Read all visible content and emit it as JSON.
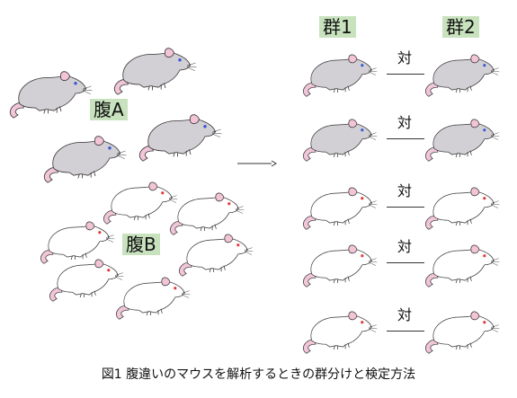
{
  "labels": {
    "litter_a": "腹A",
    "litter_b": "腹B",
    "group1": "群1",
    "group2": "群2",
    "vs": "対"
  },
  "caption": "図1  腹違いのマウスを解析するときの群分けと検定方法",
  "colors": {
    "label_bg": "#c8e2be",
    "grey_body": "#d3d0d5",
    "white_body": "#ffffff",
    "outline": "#333333",
    "tail": "#f1c6d8",
    "ear": "#f3c4d6",
    "eye_grey": "#3b5bd6",
    "eye_white": "#e23b3b"
  },
  "mice": {
    "litter_a_count": 4,
    "litter_b_count": 6,
    "group1": [
      "grey",
      "grey",
      "white",
      "white",
      "white"
    ],
    "group2": [
      "grey",
      "grey",
      "white",
      "white",
      "white"
    ]
  }
}
